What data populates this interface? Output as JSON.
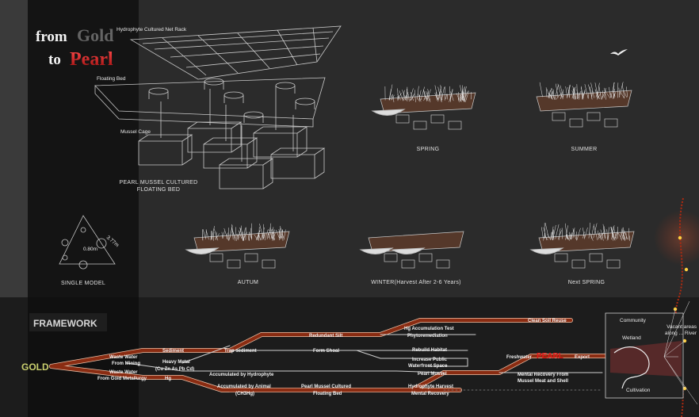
{
  "title": {
    "from": "from",
    "gold": "Gold",
    "to": "to",
    "pearl": "Pearl"
  },
  "model_labels": {
    "net_rack": "Hydrophyte Cultured Net Rack",
    "floating_bed": "Floating Bed",
    "mussel_cage": "Mussel Cage",
    "caption_line1": "PEARL MUSSEL CULTURED",
    "caption_line2": "FLOATING BED",
    "single_model": "SINGLE MODEL",
    "dim_a": "3.77m",
    "dim_b": "0.80m"
  },
  "seasons": {
    "spring": "SPRING",
    "summer": "SUMMER",
    "autumn": "AUTUM",
    "winter": "WINTER(Harvest After 2-6 Years)",
    "next_spring": "Next SPRING"
  },
  "framework": {
    "heading": "FRAMEWORK",
    "source": "GOLD",
    "nodes": {
      "ww_mining_1": "Waste Water",
      "ww_mining_2": "From Mining",
      "ww_metal_1": "Waste Water",
      "ww_metal_2": "From Gold Metallurgy",
      "sediment": "Sediment",
      "heavy_metal_1": "Heavy Metal",
      "heavy_metal_2": "(Cu Zn As Pb Cd)",
      "hg": "Hg",
      "trap": "Trap sediment",
      "acc_hydro": "Accumulated by Hydrophyte",
      "acc_animal_1": "Accumulated by Animal",
      "acc_animal_2": "(CH3Hg)",
      "redundant_silt": "Redundant Silt",
      "form_shoal": "Form Shoal",
      "pmcfb_1": "Pearl Mussel Cultured",
      "pmcfb_2": "Floating Bed",
      "hg_test_1": "Hg Accumulation Test",
      "hg_test_2": "Phytoremediation",
      "clean_soil": "Clean Soil Reuse",
      "rebuild": "Rebuild Habitat",
      "public_1": "Increase Public",
      "public_2": "Waterfront Space",
      "pearl_mussel": "Pearl Mussel",
      "hydro_harvest_1": "Hydrophyte Harvest",
      "hydro_harvest_2": "Mental Recovery",
      "freshwater": "Freshwater",
      "pearl_word": "PEARL",
      "export": "Export",
      "mental_1": "Mental Recovery From",
      "mental_2": "Mussel Meat and Shell"
    }
  },
  "map": {
    "community": "Community",
    "wetland": "Wetland",
    "cultivation": "Cultivation",
    "vacant_1": "Vacant areas",
    "vacant_2": "along ... River"
  },
  "colors": {
    "flow": "#8a2c12",
    "gold": "#c9cf6e",
    "pearl": "#c0161a",
    "bg": "#2a2a2a"
  }
}
